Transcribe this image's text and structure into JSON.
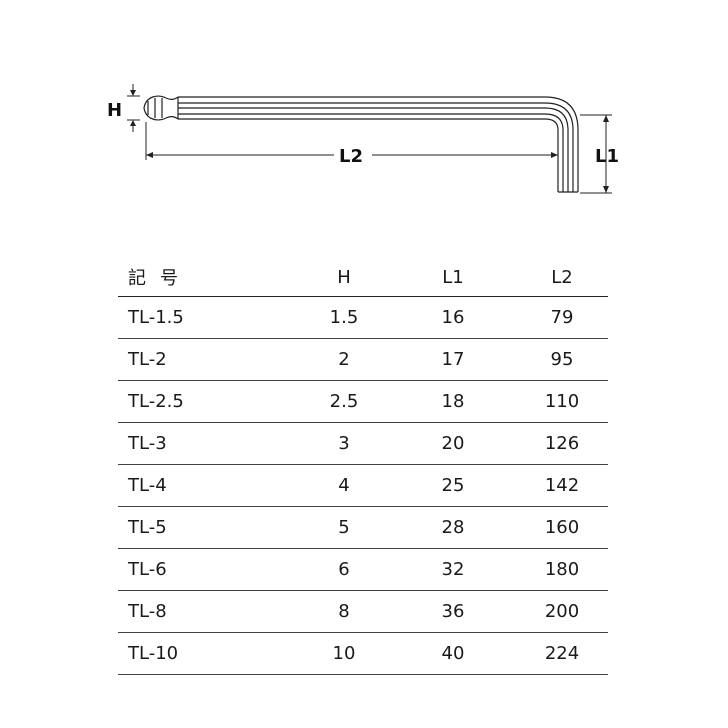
{
  "diagram": {
    "label_h": "H",
    "label_l1": "L1",
    "label_l2": "L2"
  },
  "table": {
    "headers": {
      "model": "記号",
      "h": "H",
      "l1": "L1",
      "l2": "L2"
    },
    "rows": [
      {
        "model": "TL-1.5",
        "h": "1.5",
        "l1": "16",
        "l2": "79"
      },
      {
        "model": "TL-2",
        "h": "2",
        "l1": "17",
        "l2": "95"
      },
      {
        "model": "TL-2.5",
        "h": "2.5",
        "l1": "18",
        "l2": "110"
      },
      {
        "model": "TL-3",
        "h": "3",
        "l1": "20",
        "l2": "126"
      },
      {
        "model": "TL-4",
        "h": "4",
        "l1": "25",
        "l2": "142"
      },
      {
        "model": "TL-5",
        "h": "5",
        "l1": "28",
        "l2": "160"
      },
      {
        "model": "TL-6",
        "h": "6",
        "l1": "32",
        "l2": "180"
      },
      {
        "model": "TL-8",
        "h": "8",
        "l1": "36",
        "l2": "200"
      },
      {
        "model": "TL-10",
        "h": "10",
        "l1": "40",
        "l2": "224"
      }
    ]
  }
}
